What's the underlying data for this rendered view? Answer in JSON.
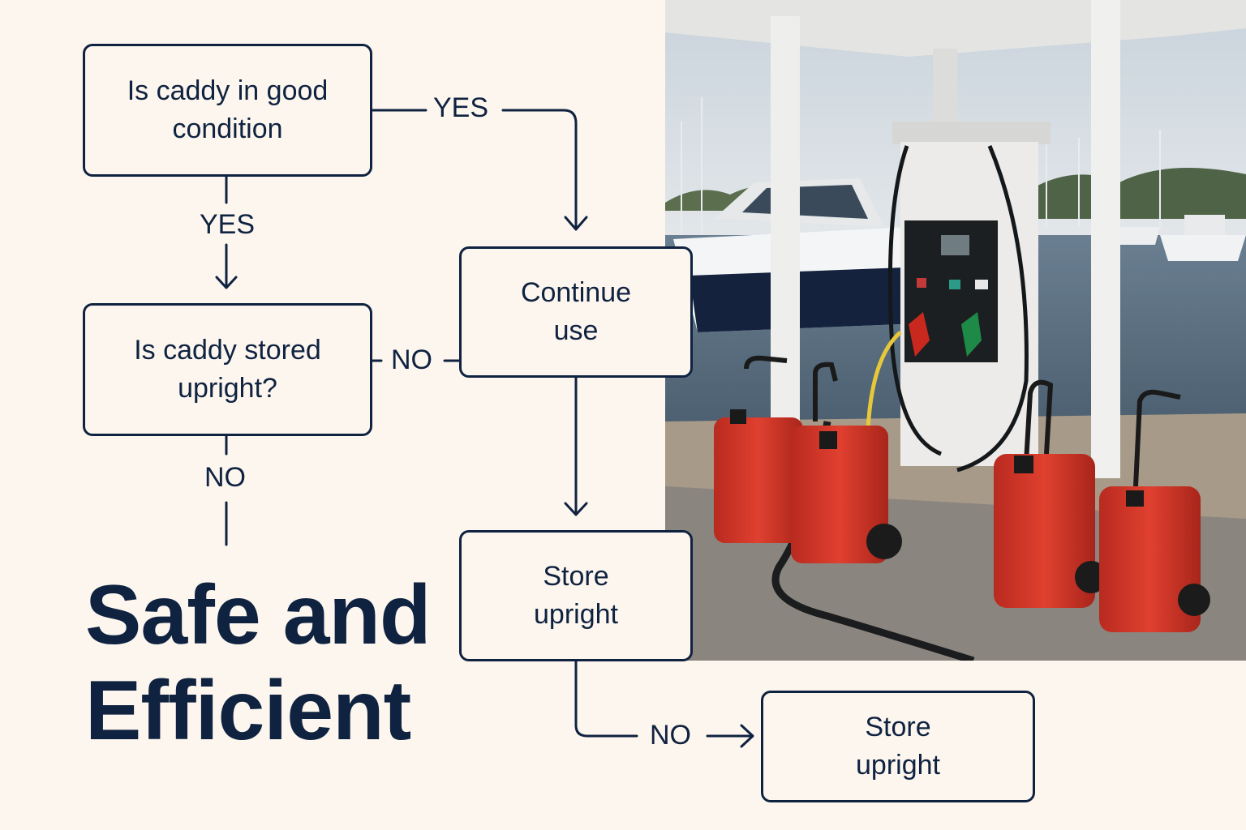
{
  "nodes": {
    "q1": "Is caddy in good condition",
    "q2": "Is caddy stored upright?",
    "continue": "Continue use",
    "store1": "Store upright",
    "store2": "Store upright"
  },
  "edges": {
    "q1_right": "YES",
    "q1_down": "YES",
    "q2_right": "NO",
    "q2_down": "NO",
    "store_to_store": "NO"
  },
  "title": {
    "line1": "Safe and",
    "line2": "Efficient"
  },
  "colors": {
    "ink": "#0f2240",
    "background": "#fcf6ee",
    "can_red": "#d93a2b"
  },
  "photo": {
    "icons": [
      "fuel-pump-icon",
      "gas-can-icon",
      "boat-icon",
      "canopy-icon"
    ]
  }
}
